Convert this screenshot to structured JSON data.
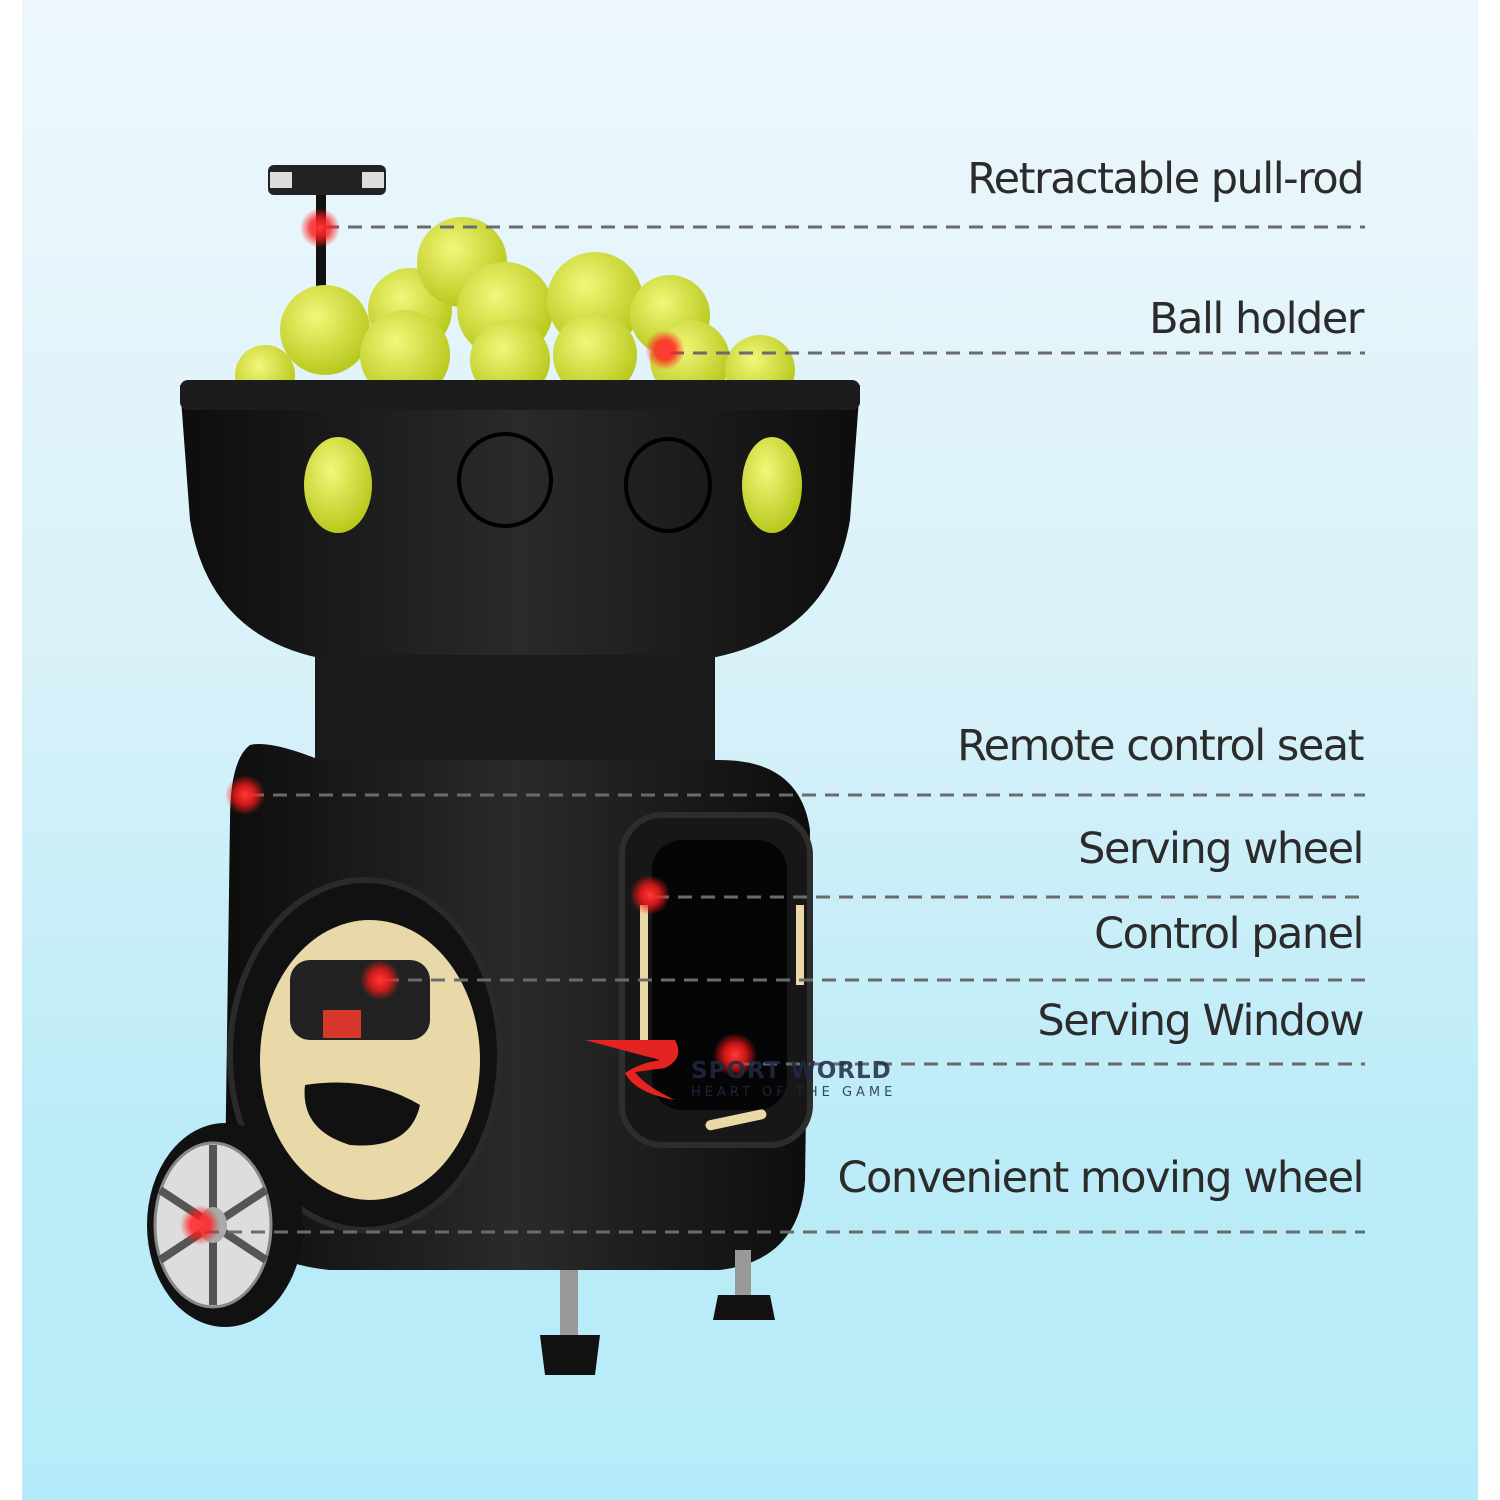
{
  "labels": [
    {
      "id": "pull-rod",
      "text": "Retractable pull-rod"
    },
    {
      "id": "ball-holder",
      "text": "Ball holder"
    },
    {
      "id": "remote-seat",
      "text": "Remote control seat"
    },
    {
      "id": "serving-wheel",
      "text": "Serving wheel"
    },
    {
      "id": "control-panel",
      "text": "Control panel"
    },
    {
      "id": "serving-window",
      "text": "Serving Window"
    },
    {
      "id": "moving-wheel",
      "text": "Convenient moving wheel"
    }
  ],
  "watermark": {
    "brand": "SPORT WORLD",
    "tagline": "HEART OF THE GAME",
    "brand_color": "#e52421"
  },
  "colors": {
    "marker": "#ff2a2a",
    "body": "#1a1a1a",
    "accent": "#e9d9a8",
    "ball": "#d6e63a"
  }
}
